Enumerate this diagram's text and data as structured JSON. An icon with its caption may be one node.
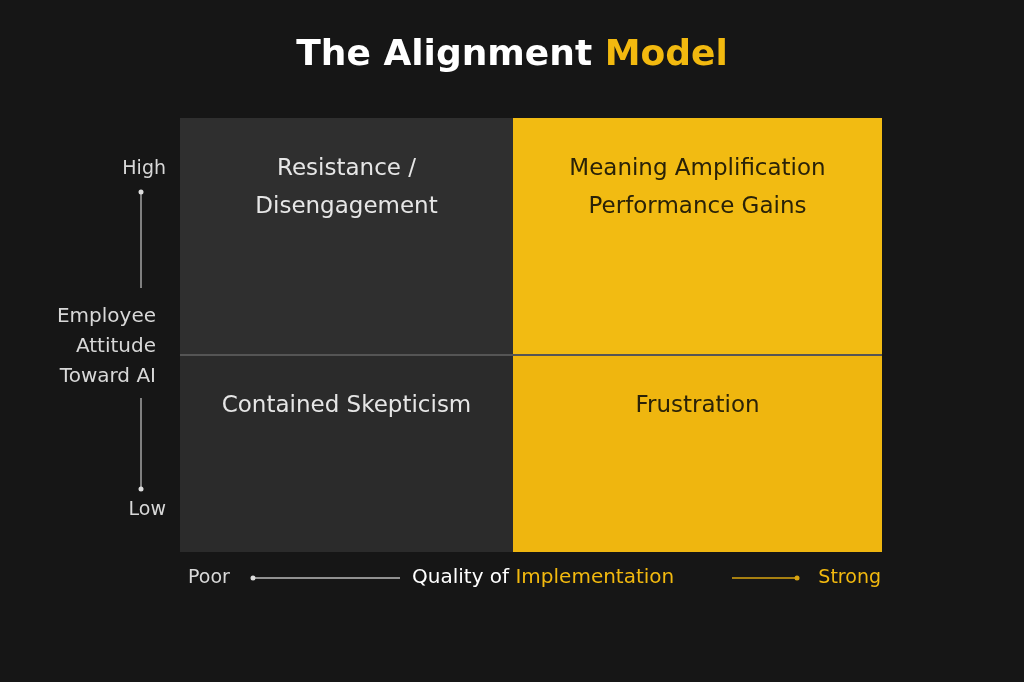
{
  "diagram": {
    "title": "The Alignment Model",
    "nodes": [
      {
        "text": [
          "Resistance / Disengagement"
        ]
      },
      {
        "text": [
          "Meaning Amplification",
          "Performance Gains"
        ]
      },
      {
        "text": [
          "Contained Skepticism"
        ]
      },
      {
        "text": [
          "Frustration"
        ]
      }
    ],
    "edges": [],
    "labels": [
      "High",
      "Employee Attitude Toward AI",
      "Low",
      "Poor",
      "Quality of Implementation",
      "Strong"
    ]
  }
}
